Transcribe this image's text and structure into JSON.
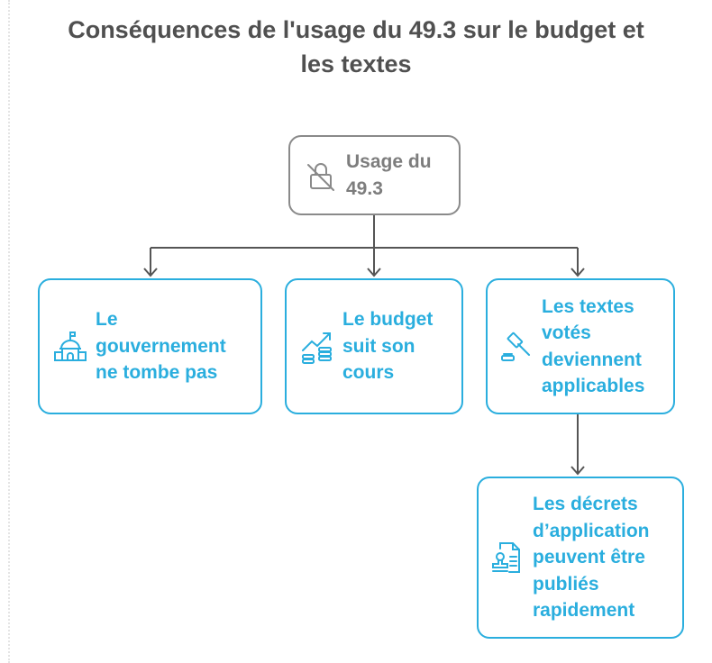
{
  "title": {
    "lines": [
      "Conséquences de l'usage du 49.3 sur le budget et",
      "les textes"
    ]
  },
  "colors": {
    "accent": "#2aaede",
    "neutral": "#8a8a8a",
    "title": "#505050"
  },
  "nodes": {
    "root": {
      "icon": "unlocked-padlock-icon",
      "lines": [
        "Usage du",
        "49.3"
      ]
    },
    "gouvernement": {
      "icon": "government-building-icon",
      "lines": [
        "Le",
        "gouvernement",
        "ne tombe pas"
      ]
    },
    "budget": {
      "icon": "money-growth-icon",
      "lines": [
        "Le budget",
        "suit son",
        "cours"
      ]
    },
    "textes": {
      "icon": "gavel-icon",
      "lines": [
        "Les textes",
        "votés",
        "deviennent",
        "applicables"
      ]
    },
    "decrets": {
      "icon": "document-stamp-icon",
      "lines": [
        "Les décrets",
        "d’application",
        "peuvent être",
        "publiés",
        "rapidement"
      ]
    }
  }
}
